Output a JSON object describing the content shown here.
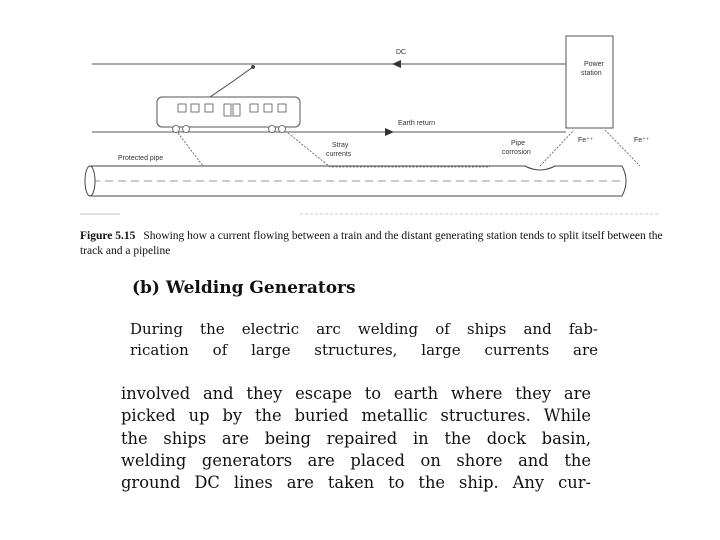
{
  "figure": {
    "labels": {
      "dc": "DC",
      "power_station": [
        "Power",
        "station"
      ],
      "earth_return": "Earth return",
      "protected_pipe": "Protected pipe",
      "stray_currents": [
        "Stray",
        "currents"
      ],
      "pipe_corrosion": [
        "Pipe",
        "corrosion"
      ],
      "fe_left": "Fe⁺⁺",
      "fe_right": "Fe⁺⁺"
    },
    "caption_number": "Figure 5.15",
    "caption_text": "Showing how a current flowing between a train and the distant generating station tends to split itself between the track and a pipeline"
  },
  "section": {
    "heading": "(b) Welding Generators",
    "para1_lines": [
      "During the electric arc welding of ships and fab-",
      "rication of large structures, large currents are"
    ],
    "para2_lines": [
      "involved and they escape to earth where they are",
      "picked up by the buried metallic structures. While",
      "the ships are being repaired in the dock basin,",
      "welding generators are placed on shore and the",
      "ground DC lines are taken to the ship. Any cur-"
    ]
  }
}
